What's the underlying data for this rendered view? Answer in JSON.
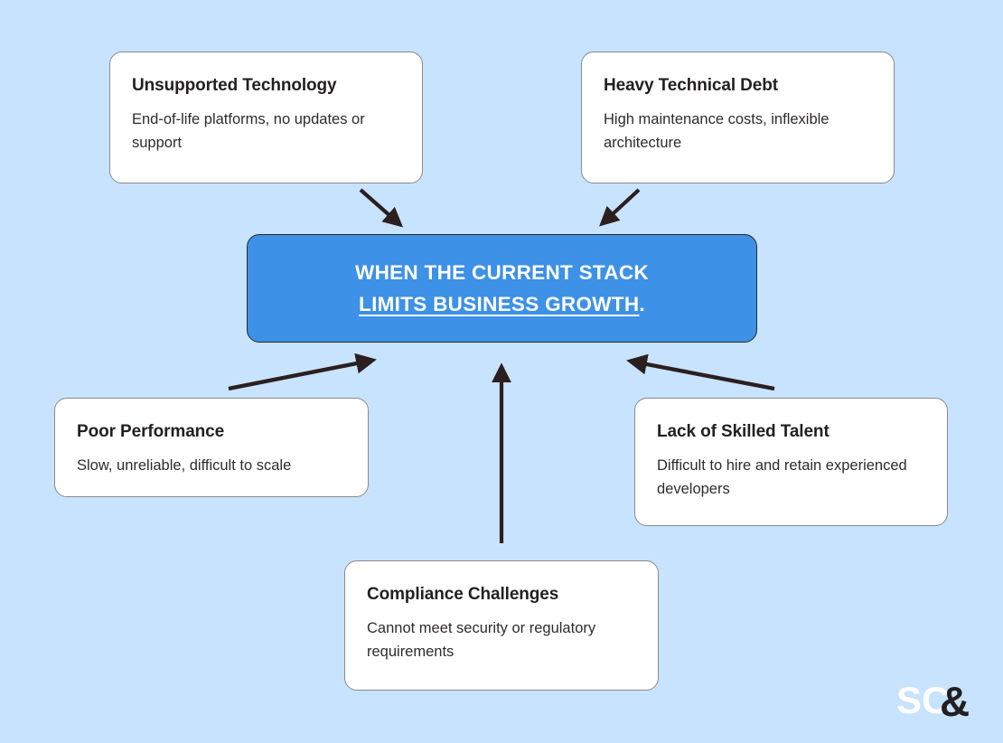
{
  "theme": {
    "background": "#c8e3fe",
    "card_background": "#ffffff",
    "card_border": "#8a8a8a",
    "accent_blue": "#3d91e6",
    "arrow_color": "#2b1f1f",
    "title_color": "#231f20",
    "body_color": "#2f2b2c",
    "callout_text": "#ffffff"
  },
  "center": {
    "line1": "WHEN THE CURRENT STACK",
    "line2_underlined": "LIMITS BUSINESS GROWTH",
    "line2_tail": "."
  },
  "cards": [
    {
      "id": "unsupported-technology",
      "title": "Unsupported Technology",
      "description": "End-of-life platforms, no updates or support"
    },
    {
      "id": "heavy-technical-debt",
      "title": "Heavy Technical Debt",
      "description": "High maintenance costs, inflexible architecture"
    },
    {
      "id": "poor-performance",
      "title": "Poor Performance",
      "description": "Slow, unreliable, difficult to scale"
    },
    {
      "id": "lack-of-skilled-talent",
      "title": "Lack of Skilled Talent",
      "description": "Difficult to hire and retain experienced developers"
    },
    {
      "id": "compliance-challenges",
      "title": "Compliance Challenges",
      "description": "Cannot meet security or regulatory requirements"
    }
  ],
  "arrows": [
    {
      "name": "arrow-unsupported-technology-to-center",
      "direction": "down-right"
    },
    {
      "name": "arrow-heavy-technical-debt-to-center",
      "direction": "down-left"
    },
    {
      "name": "arrow-poor-performance-to-center",
      "direction": "up-right"
    },
    {
      "name": "arrow-lack-of-skilled-talent-to-center",
      "direction": "up-left"
    },
    {
      "name": "arrow-compliance-challenges-to-center",
      "direction": "up"
    }
  ],
  "logo": {
    "text_light": "SC",
    "text_dark": "&"
  }
}
